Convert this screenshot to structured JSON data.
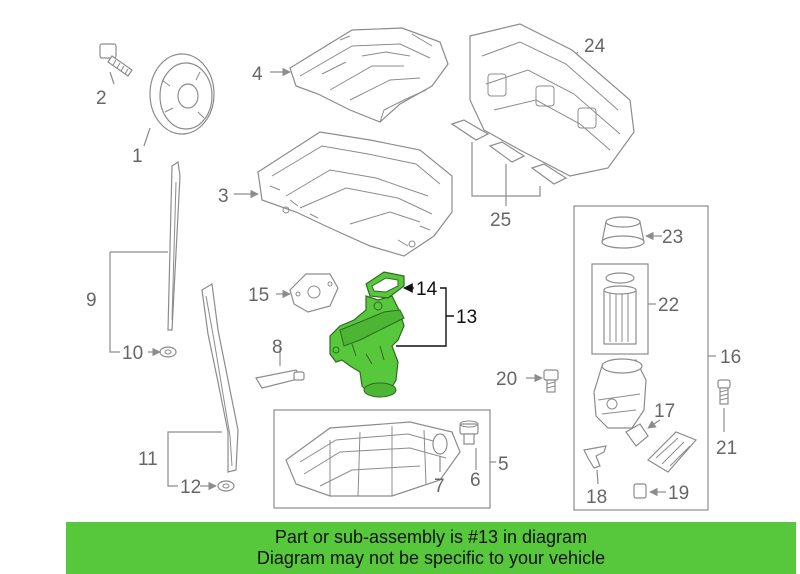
{
  "callouts": {
    "c1": "1",
    "c2": "2",
    "c3": "3",
    "c4": "4",
    "c5": "5",
    "c6": "6",
    "c7": "7",
    "c8": "8",
    "c9": "9",
    "c10": "10",
    "c11": "11",
    "c12": "12",
    "c13": "13",
    "c14": "14",
    "c15": "15",
    "c16": "16",
    "c17": "17",
    "c18": "18",
    "c19": "19",
    "c20": "20",
    "c21": "21",
    "c22": "22",
    "c23": "23",
    "c24": "24",
    "c25": "25"
  },
  "highlight_color": "#57c73c",
  "banner": {
    "line1": "Part or sub-assembly is #13 in diagram",
    "line2": "Diagram may not be specific to your vehicle"
  }
}
